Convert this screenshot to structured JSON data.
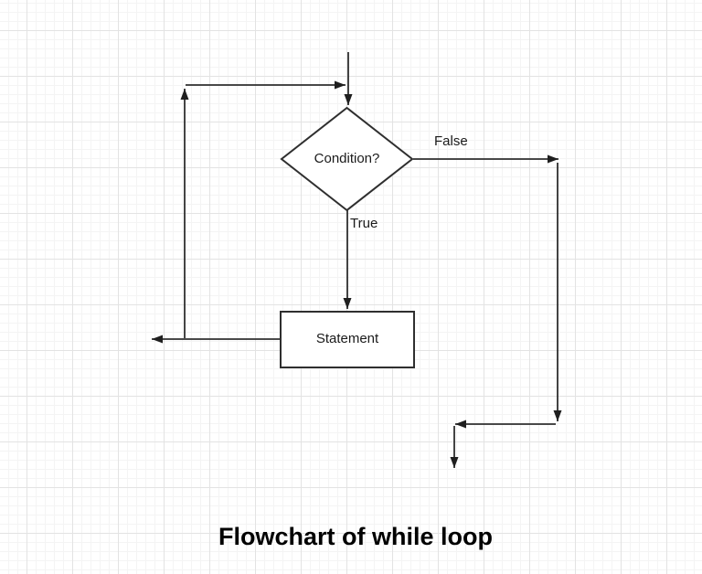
{
  "canvas": {
    "background_color": "#ffffff",
    "grid_minor_color": "#f4f4f4",
    "grid_major_color": "#e3e3e3"
  },
  "diagram": {
    "title": "Flowchart of while loop",
    "stroke_color": "#2f2f2f",
    "shape_fill_color": "#ffffff",
    "text_color": "#1a1a1a",
    "nodes": {
      "condition": {
        "label": "Condition?",
        "shape": "diamond"
      },
      "statement": {
        "label": "Statement",
        "shape": "rectangle"
      }
    },
    "branches": {
      "true_label": "True",
      "false_label": "False"
    }
  }
}
